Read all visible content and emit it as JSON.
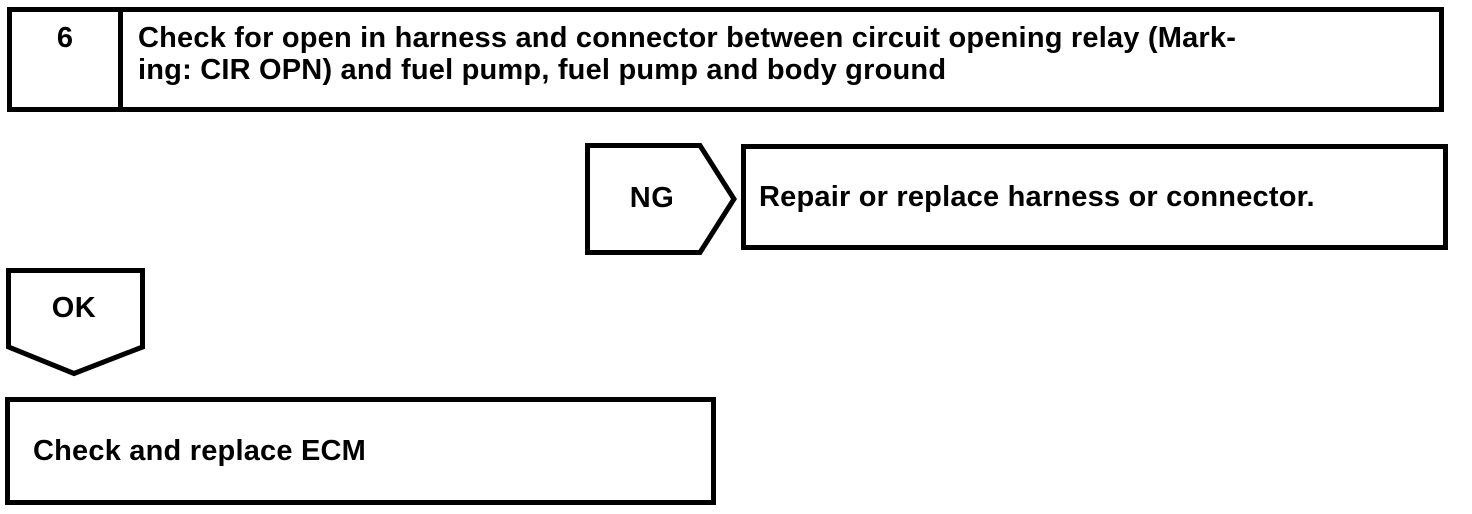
{
  "colors": {
    "ink": "#000000",
    "paper": "#ffffff"
  },
  "flowchart": {
    "step": {
      "number": "6",
      "instruction_line1": "Check for open in harness and connector between circuit opening relay (Mark-",
      "instruction_line2": "ing: CIR OPN) and fuel pump, fuel pump and body ground"
    },
    "ng": {
      "label": "NG",
      "result": "Repair or replace harness or connector."
    },
    "ok": {
      "label": "OK",
      "result": "Check and replace ECM"
    }
  }
}
